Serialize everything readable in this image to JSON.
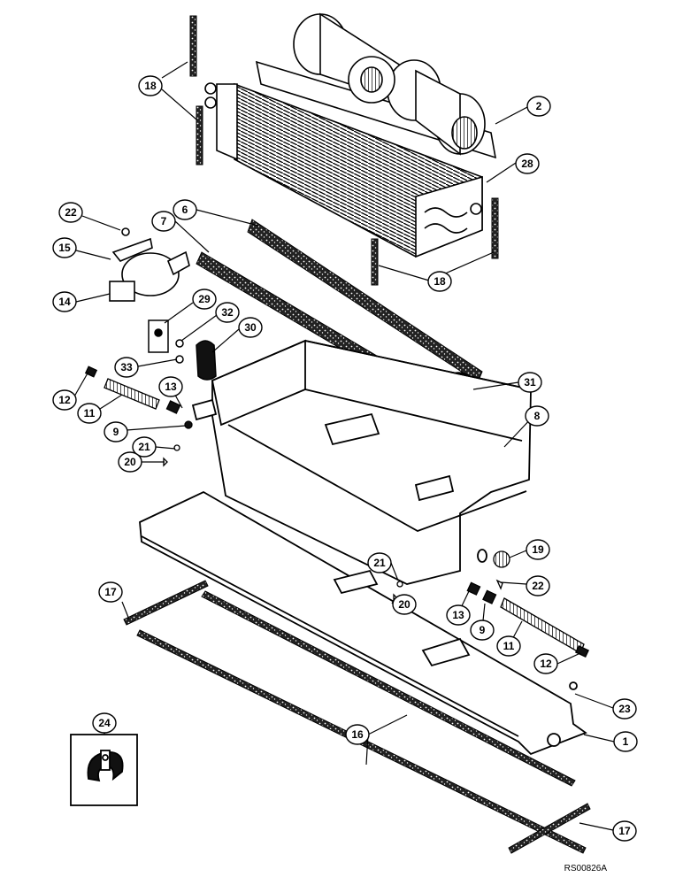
{
  "diagram": {
    "reference_code": "RS00826A",
    "callouts": [
      {
        "id": "c18a",
        "label": "18"
      },
      {
        "id": "c2",
        "label": "2"
      },
      {
        "id": "c28",
        "label": "28"
      },
      {
        "id": "c22a",
        "label": "22"
      },
      {
        "id": "c6",
        "label": "6"
      },
      {
        "id": "c15",
        "label": "15"
      },
      {
        "id": "c7",
        "label": "7"
      },
      {
        "id": "c18b",
        "label": "18"
      },
      {
        "id": "c14",
        "label": "14"
      },
      {
        "id": "c29",
        "label": "29"
      },
      {
        "id": "c32",
        "label": "32"
      },
      {
        "id": "c30",
        "label": "30"
      },
      {
        "id": "c33",
        "label": "33"
      },
      {
        "id": "c31",
        "label": "31"
      },
      {
        "id": "c12a",
        "label": "12"
      },
      {
        "id": "c11a",
        "label": "11"
      },
      {
        "id": "c13a",
        "label": "13"
      },
      {
        "id": "c9a",
        "label": "9"
      },
      {
        "id": "c8",
        "label": "8"
      },
      {
        "id": "c21a",
        "label": "21"
      },
      {
        "id": "c20a",
        "label": "20"
      },
      {
        "id": "c19",
        "label": "19"
      },
      {
        "id": "c21b",
        "label": "21"
      },
      {
        "id": "c22b",
        "label": "22"
      },
      {
        "id": "c17a",
        "label": "17"
      },
      {
        "id": "c20b",
        "label": "20"
      },
      {
        "id": "c13b",
        "label": "13"
      },
      {
        "id": "c9b",
        "label": "9"
      },
      {
        "id": "c11b",
        "label": "11"
      },
      {
        "id": "c12b",
        "label": "12"
      },
      {
        "id": "c23",
        "label": "23"
      },
      {
        "id": "c24",
        "label": "24"
      },
      {
        "id": "c16",
        "label": "16"
      },
      {
        "id": "c1",
        "label": "1"
      },
      {
        "id": "c17b",
        "label": "17"
      }
    ]
  }
}
